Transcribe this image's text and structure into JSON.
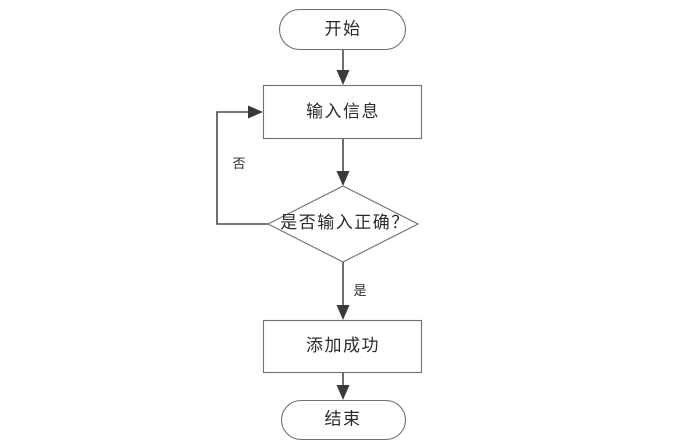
{
  "diagram": {
    "title": "",
    "type": "flowchart",
    "orientation": "top-to-bottom",
    "background_color": "#ffffff",
    "shape_stroke_color": "#707070",
    "connector_color": "#4a4a4a",
    "text_color": "#2b2b2b",
    "nodes": [
      {
        "id": "start",
        "label": "开始",
        "shape": "stadium"
      },
      {
        "id": "input",
        "label": "输入信息",
        "shape": "rectangle"
      },
      {
        "id": "decision",
        "label": "是否输入正确？",
        "shape": "diamond"
      },
      {
        "id": "success",
        "label": "添加成功",
        "shape": "rectangle"
      },
      {
        "id": "end",
        "label": "结束",
        "shape": "stadium"
      }
    ],
    "edges": [
      {
        "id": "start-to-input",
        "from": "start",
        "to": "input",
        "label": ""
      },
      {
        "id": "input-to-decision",
        "from": "input",
        "to": "decision",
        "label": ""
      },
      {
        "id": "decision-no-to-input",
        "from": "decision",
        "to": "input",
        "label": "否"
      },
      {
        "id": "decision-yes-to-success",
        "from": "decision",
        "to": "success",
        "label": "是"
      },
      {
        "id": "success-to-end",
        "from": "success",
        "to": "end",
        "label": ""
      }
    ]
  }
}
